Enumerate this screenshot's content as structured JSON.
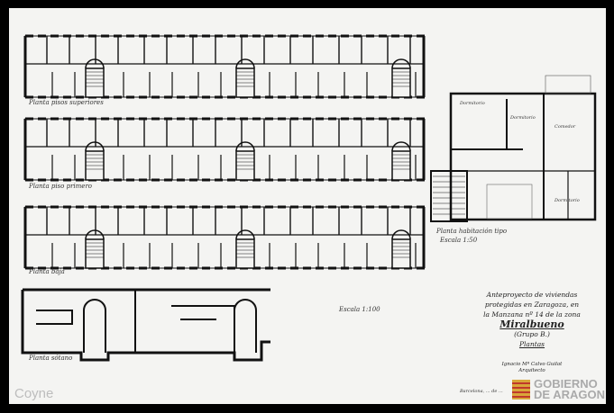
{
  "drawing": {
    "plans": [
      {
        "label": "Planta pisos superiores"
      },
      {
        "label": "Planta piso primero"
      },
      {
        "label": "Planta baja"
      },
      {
        "label": "Planta sótano"
      }
    ],
    "scale_main": "Escala 1:100",
    "detail": {
      "label": "Planta habitación tipo",
      "scale": "Escala 1:50",
      "rooms": [
        "Dormitorio",
        "Dormitorio",
        "Comedor",
        "Dormitorio"
      ]
    },
    "title_block": {
      "line1": "Anteproyecto de viviendas",
      "line2": "protegidas en Zaragoza, en",
      "line3": "la Manzana nº 14 de la zona",
      "name": "Miralbueno",
      "group": "(Grupo B.)",
      "sheet": "Plantas",
      "architect": "Ignacio Mª Calvo Guilat",
      "role": "Arquitecto",
      "place_date": "Barcelona, ... de ..."
    }
  },
  "watermarks": {
    "left": "Coyne",
    "right_line1": "GOBIERNO",
    "right_line2": "DE ARAGON"
  },
  "colors": {
    "ink": "#111111",
    "paper": "#f4f4f2",
    "frame": "#000000"
  }
}
